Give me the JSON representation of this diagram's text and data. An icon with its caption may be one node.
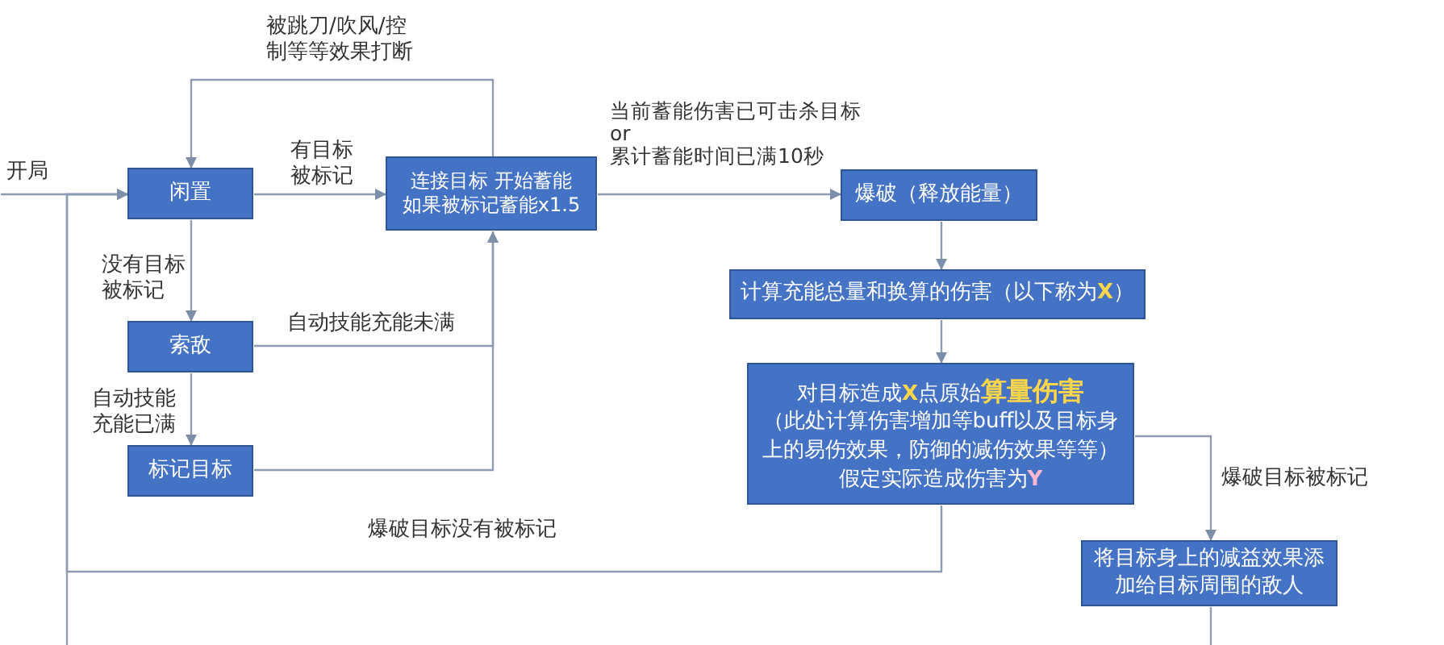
{
  "diagram": {
    "nodes": [
      {
        "text": [
          "闲置"
        ]
      },
      {
        "text": [
          "连接目标 开始蓄能",
          "如果被标记蓄能x1.5"
        ]
      },
      {
        "text": [
          "索敌"
        ]
      },
      {
        "text": [
          "标记目标"
        ]
      },
      {
        "text": [
          "爆破（释放能量）"
        ]
      },
      {
        "text": [
          "计算充能总量和换算的伤害（以下称为**X**）"
        ]
      },
      {
        "text": [
          "对目标造成**X**点原始**算量伤害**",
          "（此处计算伤害增加等buff以及目标身上的易伤效果，防御的减伤效果等等）",
          "假定实际造成伤害为**Y**"
        ]
      },
      {
        "text": [
          "将目标身上的减益效果添加给目标周围的敌人"
        ]
      }
    ],
    "edges": [
      {
        "from": null,
        "to": 0,
        "arrow": "to",
        "label": "开局"
      },
      {
        "from": 0,
        "to": 1,
        "arrow": "to",
        "label": "有目标被标记"
      },
      {
        "from": 1,
        "to": 0,
        "arrow": "to",
        "label": "被跳刀/吹风/控制等等效果打断"
      },
      {
        "from": 0,
        "to": 2,
        "arrow": "to",
        "label": "没有目标被标记"
      },
      {
        "from": 2,
        "to": 1,
        "arrow": "to",
        "label": "自动技能充能未满"
      },
      {
        "from": 2,
        "to": 3,
        "arrow": "to",
        "label": "自动技能充能已满"
      },
      {
        "from": 3,
        "to": 1,
        "arrow": "to"
      },
      {
        "from": 1,
        "to": 4,
        "arrow": "to",
        "label": "当前蓄能伤害已可击杀目标 or 累计蓄能时间已满10秒"
      },
      {
        "from": 4,
        "to": 5,
        "arrow": "to"
      },
      {
        "from": 5,
        "to": 6,
        "arrow": "to"
      },
      {
        "from": 6,
        "to": 7,
        "arrow": "to",
        "label": "爆破目标被标记"
      },
      {
        "from": 6,
        "to": 0,
        "arrow": "to",
        "label": "爆破目标没有被标记"
      },
      {
        "from": null,
        "to": 0,
        "arrow": "to"
      },
      {
        "from": 7,
        "to": null,
        "arrow": "none"
      }
    ]
  }
}
